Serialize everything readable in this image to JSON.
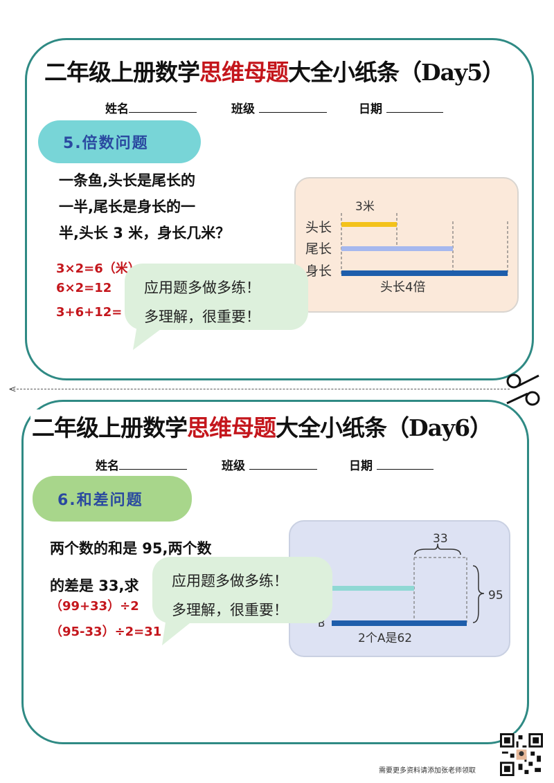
{
  "card1": {
    "title_pre": "二年级上册数学",
    "title_highlight": "思维母题",
    "title_post": "大全小纸条（Day5）",
    "name_label": "姓名",
    "class_label": "班级",
    "date_label": "日期",
    "section_label": "5.倍数问题",
    "problem_lines": [
      "一条鱼,头长是尾长的",
      "一半,尾长是身长的一",
      "半,头长 3 米，身长几米？"
    ],
    "answers": [
      "3×2=6（米）",
      "6×2=12",
      "3+6+12="
    ],
    "diagram": {
      "top_label": "3米",
      "rows": [
        "头长",
        "尾长",
        "身长"
      ],
      "bottom_label": "头长4倍"
    },
    "bubble_lines": [
      "应用题多做多练！",
      "多理解，很重要！"
    ]
  },
  "card2": {
    "title_pre": "二年级上册数学",
    "title_highlight": "思维母题",
    "title_post": "大全小纸条（Day6）",
    "name_label": "姓名",
    "class_label": "班级",
    "date_label": "日期",
    "section_label": "6.和差问题",
    "problem_lines": [
      "两个数的和是 95,两个数",
      "的差是 33,求"
    ],
    "answers": [
      "（99+33）÷2",
      "（95-33）÷2=31"
    ],
    "diagram": {
      "top_label": "33",
      "right_label": "95",
      "bottom_label": "2个A是62",
      "row_label": "B"
    },
    "bubble_lines": [
      "应用题多做多练！",
      "多理解，很重要！"
    ]
  },
  "footer_text": "需要更多资料请添加张老师领取",
  "colors": {
    "border": "#2f8a84",
    "highlight": "#c4161c",
    "answer": "#c4161c",
    "pill1": "#78d5d7",
    "pill2": "#a8d68b",
    "bubble": "#ddf0dc"
  },
  "icons": [
    "scissors-icon",
    "qr-code"
  ]
}
